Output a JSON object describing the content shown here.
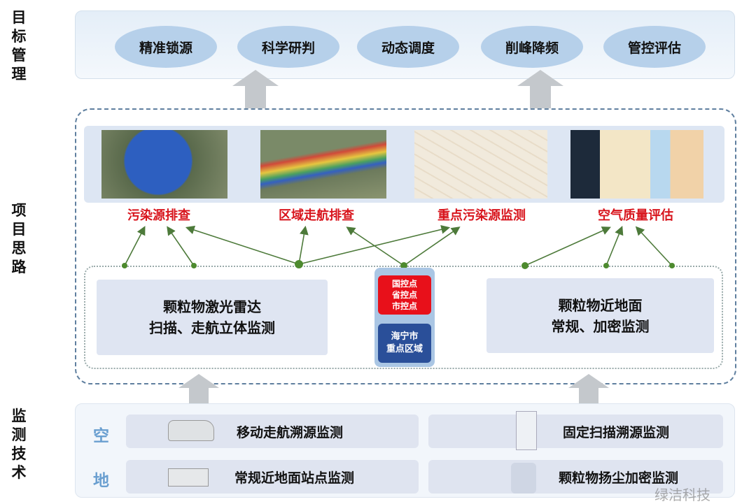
{
  "side_labels": {
    "goal": "目标管理",
    "idea": "项目思路",
    "tech": "监测技术"
  },
  "goals": [
    "精准锁源",
    "科学研判",
    "动态调度",
    "削峰降频",
    "管控评估"
  ],
  "applications": [
    "污染源排查",
    "区域走航排查",
    "重点污染源监测",
    "空气质量评估"
  ],
  "left_box": {
    "line1": "颗粒物激光雷达",
    "line2": "扫描、走航立体监测"
  },
  "right_box": {
    "line1": "颗粒物近地面",
    "line2": "常规、加密监测"
  },
  "center": {
    "red": [
      "国控点",
      "省控点",
      "市控点"
    ],
    "blue": [
      "海宁市",
      "重点区域"
    ]
  },
  "rows": [
    {
      "label": "空",
      "left": "移动走航溯源监测",
      "right": "固定扫描溯源监测"
    },
    {
      "label": "地",
      "left": "常规近地面站点监测",
      "right": "颗粒物扬尘加密监测"
    }
  ],
  "watermark": "绿洁科技",
  "colors": {
    "red": "#d8141c",
    "ellipse": "#b6d0ea",
    "blue_box": "#2a4f99"
  }
}
